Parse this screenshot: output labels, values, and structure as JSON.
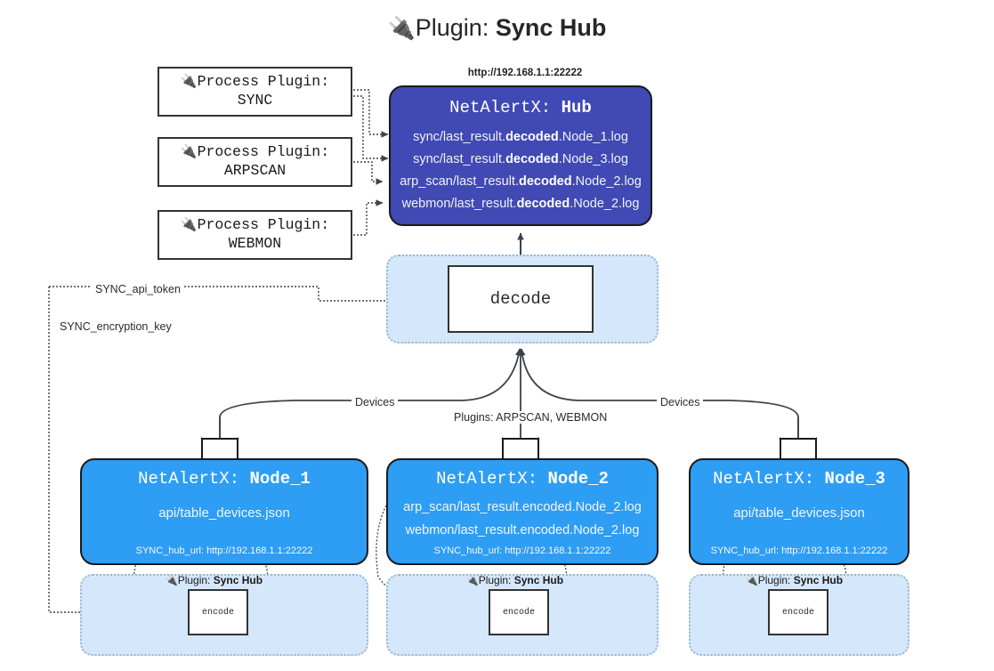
{
  "title": {
    "icon": "electric-plug-icon",
    "prefix": "Plugin: ",
    "name": "Sync Hub"
  },
  "process_plugins": [
    {
      "icon": "electric-plug-icon",
      "line1": "Process Plugin:",
      "line2": "SYNC"
    },
    {
      "icon": "electric-plug-icon",
      "line1": "Process Plugin:",
      "line2": "ARPSCAN"
    },
    {
      "icon": "electric-plug-icon",
      "line1": "Process Plugin:",
      "line2": "WEBMON"
    }
  ],
  "hub": {
    "url": "http://192.168.1.1:22222",
    "title_prefix": "NetAlertX: ",
    "title_name": "Hub",
    "logs": [
      {
        "pre": "sync/last_result.",
        "mid": "decoded",
        "post": ".Node_1.log"
      },
      {
        "pre": "sync/last_result.",
        "mid": "decoded",
        "post": ".Node_3.log"
      },
      {
        "pre": "arp_scan/last_result.",
        "mid": "decoded",
        "post": ".Node_2.log"
      },
      {
        "pre": "webmon/last_result.",
        "mid": "decoded",
        "post": ".Node_2.log"
      }
    ]
  },
  "decode": {
    "label": "decode"
  },
  "edge_labels": {
    "devices_left": "Devices",
    "devices_right": "Devices",
    "plugins": "Plugins: ARPSCAN, WEBMON",
    "api_token": "SYNC_api_token",
    "encryption_key": "SYNC_encryption_key"
  },
  "nodes": [
    {
      "title_prefix": "NetAlertX: ",
      "title_name": "Node_1",
      "lines": [
        "api/table_devices.json"
      ],
      "footer": "SYNC_hub_url: http://192.168.1.1:22222",
      "envelope_icon": "envelope-icon",
      "plugin_label_icon": "electric-plug-icon",
      "plugin_label_prefix": "Plugin: ",
      "plugin_label_name": "Sync Hub",
      "encode_label": "encode"
    },
    {
      "title_prefix": "NetAlertX: ",
      "title_name": "Node_2",
      "lines": [
        "arp_scan/last_result.encoded.Node_2.log",
        "webmon/last_result.encoded.Node_2.log"
      ],
      "footer": "SYNC_hub_url: http://192.168.1.1:22222",
      "envelope_icon": "envelope-icon",
      "plugin_label_icon": "electric-plug-icon",
      "plugin_label_prefix": "Plugin: ",
      "plugin_label_name": "Sync Hub",
      "encode_label": "encode"
    },
    {
      "title_prefix": "NetAlertX: ",
      "title_name": "Node_3",
      "lines": [
        "api/table_devices.json"
      ],
      "footer": "SYNC_hub_url: http://192.168.1.1:22222",
      "envelope_icon": "envelope-icon",
      "plugin_label_icon": "electric-plug-icon",
      "plugin_label_prefix": "Plugin: ",
      "plugin_label_name": "Sync Hub",
      "encode_label": "encode"
    }
  ],
  "colors": {
    "hub_fill": "#4049b4",
    "node_fill": "#2e9df4",
    "zone_fill": "#d5e7fa",
    "stroke": "#1a1a1a",
    "edge": "#3d4349"
  }
}
